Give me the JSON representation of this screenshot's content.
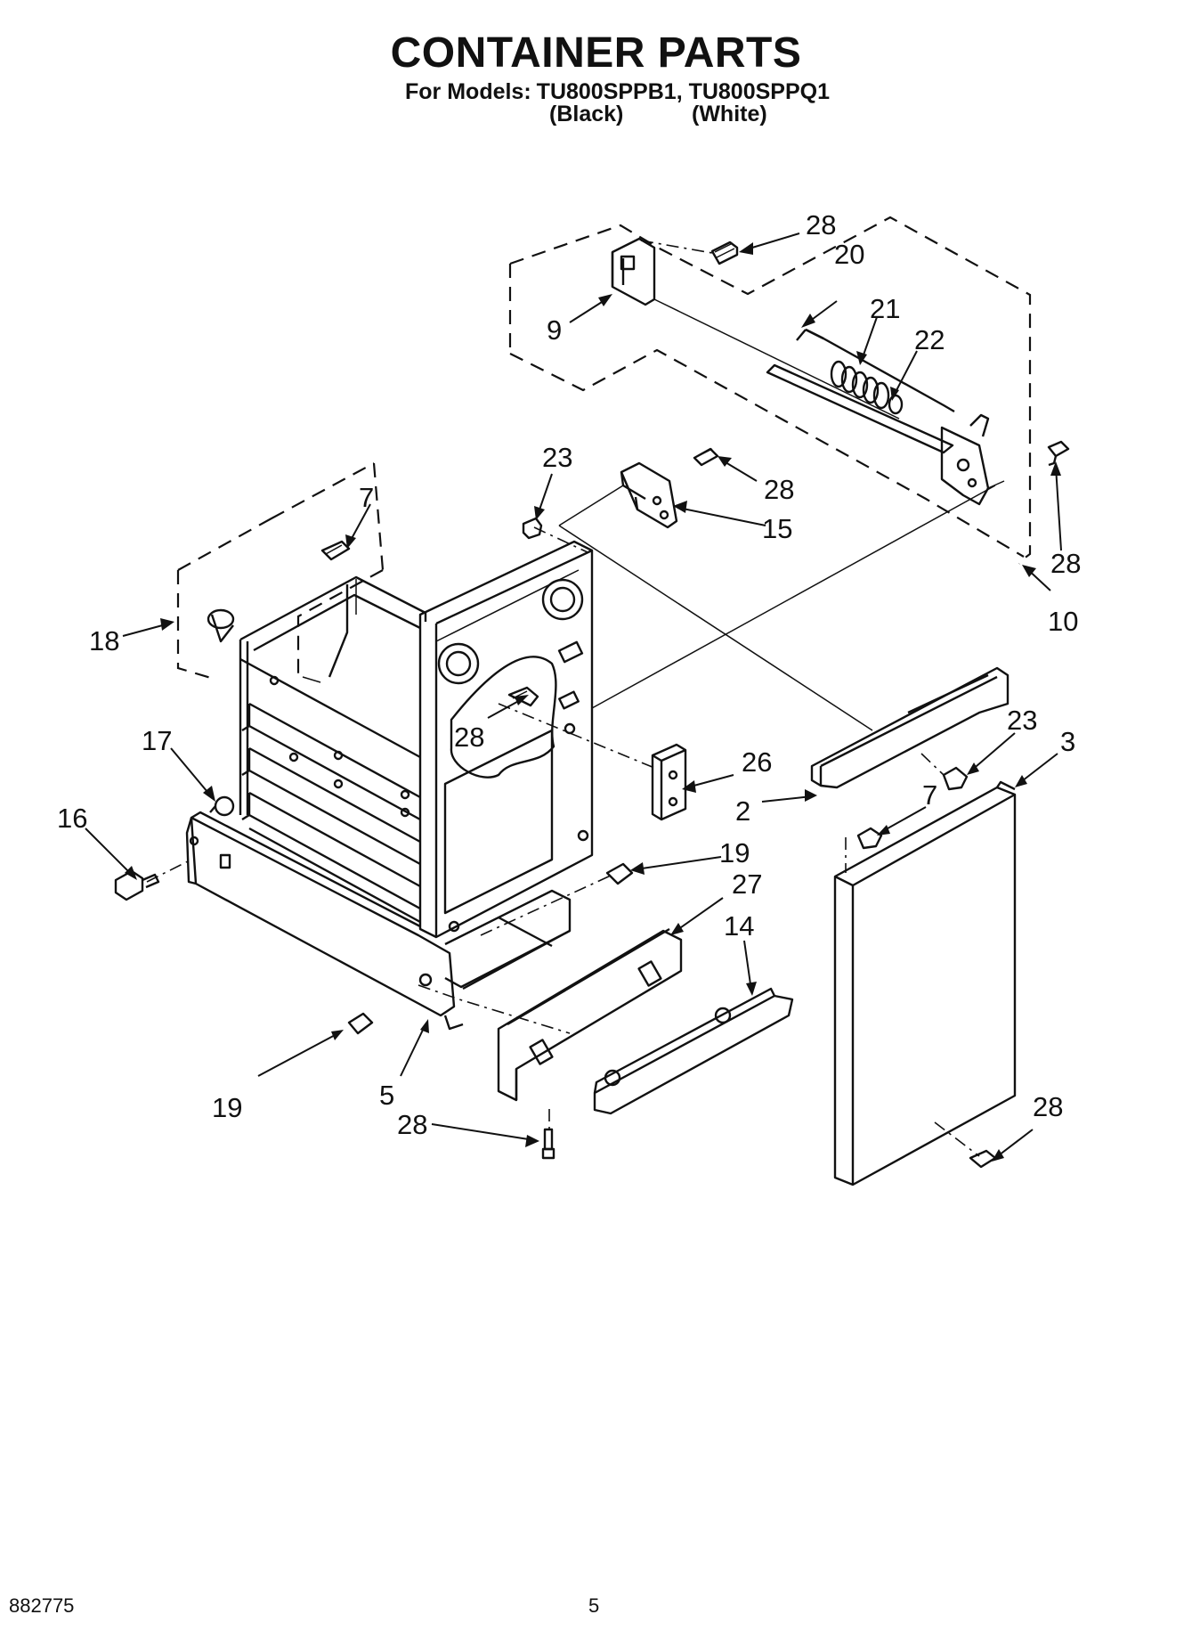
{
  "header": {
    "title": "CONTAINER PARTS",
    "models_label": "For Models:",
    "models": "TU800SPPB1, TU800SPPQ1",
    "variant_black": "(Black)",
    "variant_white": "(White)"
  },
  "callouts": [
    {
      "id": "c28a",
      "label": "28"
    },
    {
      "id": "c20",
      "label": "20"
    },
    {
      "id": "c21",
      "label": "21"
    },
    {
      "id": "c22",
      "label": "22"
    },
    {
      "id": "c9",
      "label": "9"
    },
    {
      "id": "c23a",
      "label": "23"
    },
    {
      "id": "c28b",
      "label": "28"
    },
    {
      "id": "c15",
      "label": "15"
    },
    {
      "id": "c7a",
      "label": "7"
    },
    {
      "id": "c28c",
      "label": "28"
    },
    {
      "id": "c10",
      "label": "10"
    },
    {
      "id": "c18",
      "label": "18"
    },
    {
      "id": "c28d",
      "label": "28"
    },
    {
      "id": "c17",
      "label": "17"
    },
    {
      "id": "c26",
      "label": "26"
    },
    {
      "id": "c23b",
      "label": "23"
    },
    {
      "id": "c3",
      "label": "3"
    },
    {
      "id": "c16",
      "label": "16"
    },
    {
      "id": "c2",
      "label": "2"
    },
    {
      "id": "c7b",
      "label": "7"
    },
    {
      "id": "c19a",
      "label": "19"
    },
    {
      "id": "c27",
      "label": "27"
    },
    {
      "id": "c14",
      "label": "14"
    },
    {
      "id": "c19b",
      "label": "19"
    },
    {
      "id": "c5",
      "label": "5"
    },
    {
      "id": "c28e",
      "label": "28"
    },
    {
      "id": "c28f",
      "label": "28"
    }
  ],
  "footer": {
    "doc_code": "882775",
    "page_number": "5"
  }
}
